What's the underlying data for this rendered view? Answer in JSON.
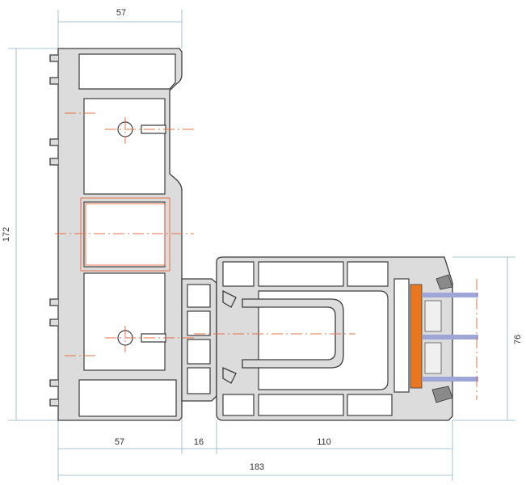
{
  "drawing": {
    "title": "Window profile cross-section",
    "dimensions": {
      "frame_width_top": "57",
      "frame_height": "172",
      "sash_height": "76",
      "bottom_frame_width": "57",
      "bottom_mullion_gap": "16",
      "bottom_sash_width": "110",
      "overall_width": "183"
    },
    "colors": {
      "profile": "#dcdcdc",
      "outline": "#3c3c3c",
      "centerline": "#e4704a",
      "glazing_bead": "#e87722",
      "glass": "#9da6d6",
      "dimension_line": "#8fb3c4"
    }
  }
}
